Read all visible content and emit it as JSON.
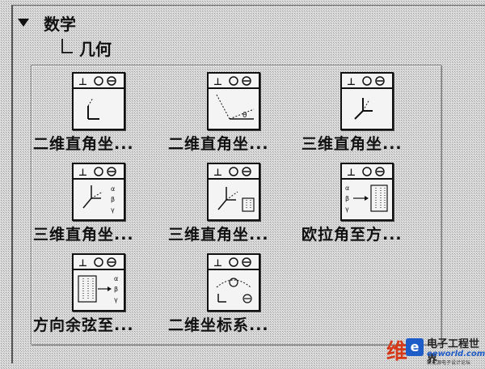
{
  "tree": {
    "category": "数学",
    "subcategory": "几何"
  },
  "palette": {
    "items": [
      {
        "label": "二维直角坐...",
        "icon": "2d-cartesian-icon"
      },
      {
        "label": "二维直角坐...",
        "icon": "2d-cartesian-polar-icon"
      },
      {
        "label": "三维直角坐...",
        "icon": "3d-cartesian-icon"
      },
      {
        "label": "三维直角坐...",
        "icon": "3d-cartesian-angles-icon"
      },
      {
        "label": "三维直角坐...",
        "icon": "3d-cartesian-matrix-icon"
      },
      {
        "label": "欧拉角至方...",
        "icon": "euler-to-direction-icon"
      },
      {
        "label": "方向余弦至...",
        "icon": "direction-cosine-icon"
      },
      {
        "label": "二维坐标系...",
        "icon": "2d-coordinate-system-icon"
      }
    ]
  },
  "watermark": {
    "char": "维",
    "logo": "e",
    "title": "电子工程世界",
    "site": "eeworld.com.cn",
    "sub": "新能源电子设计论坛"
  }
}
